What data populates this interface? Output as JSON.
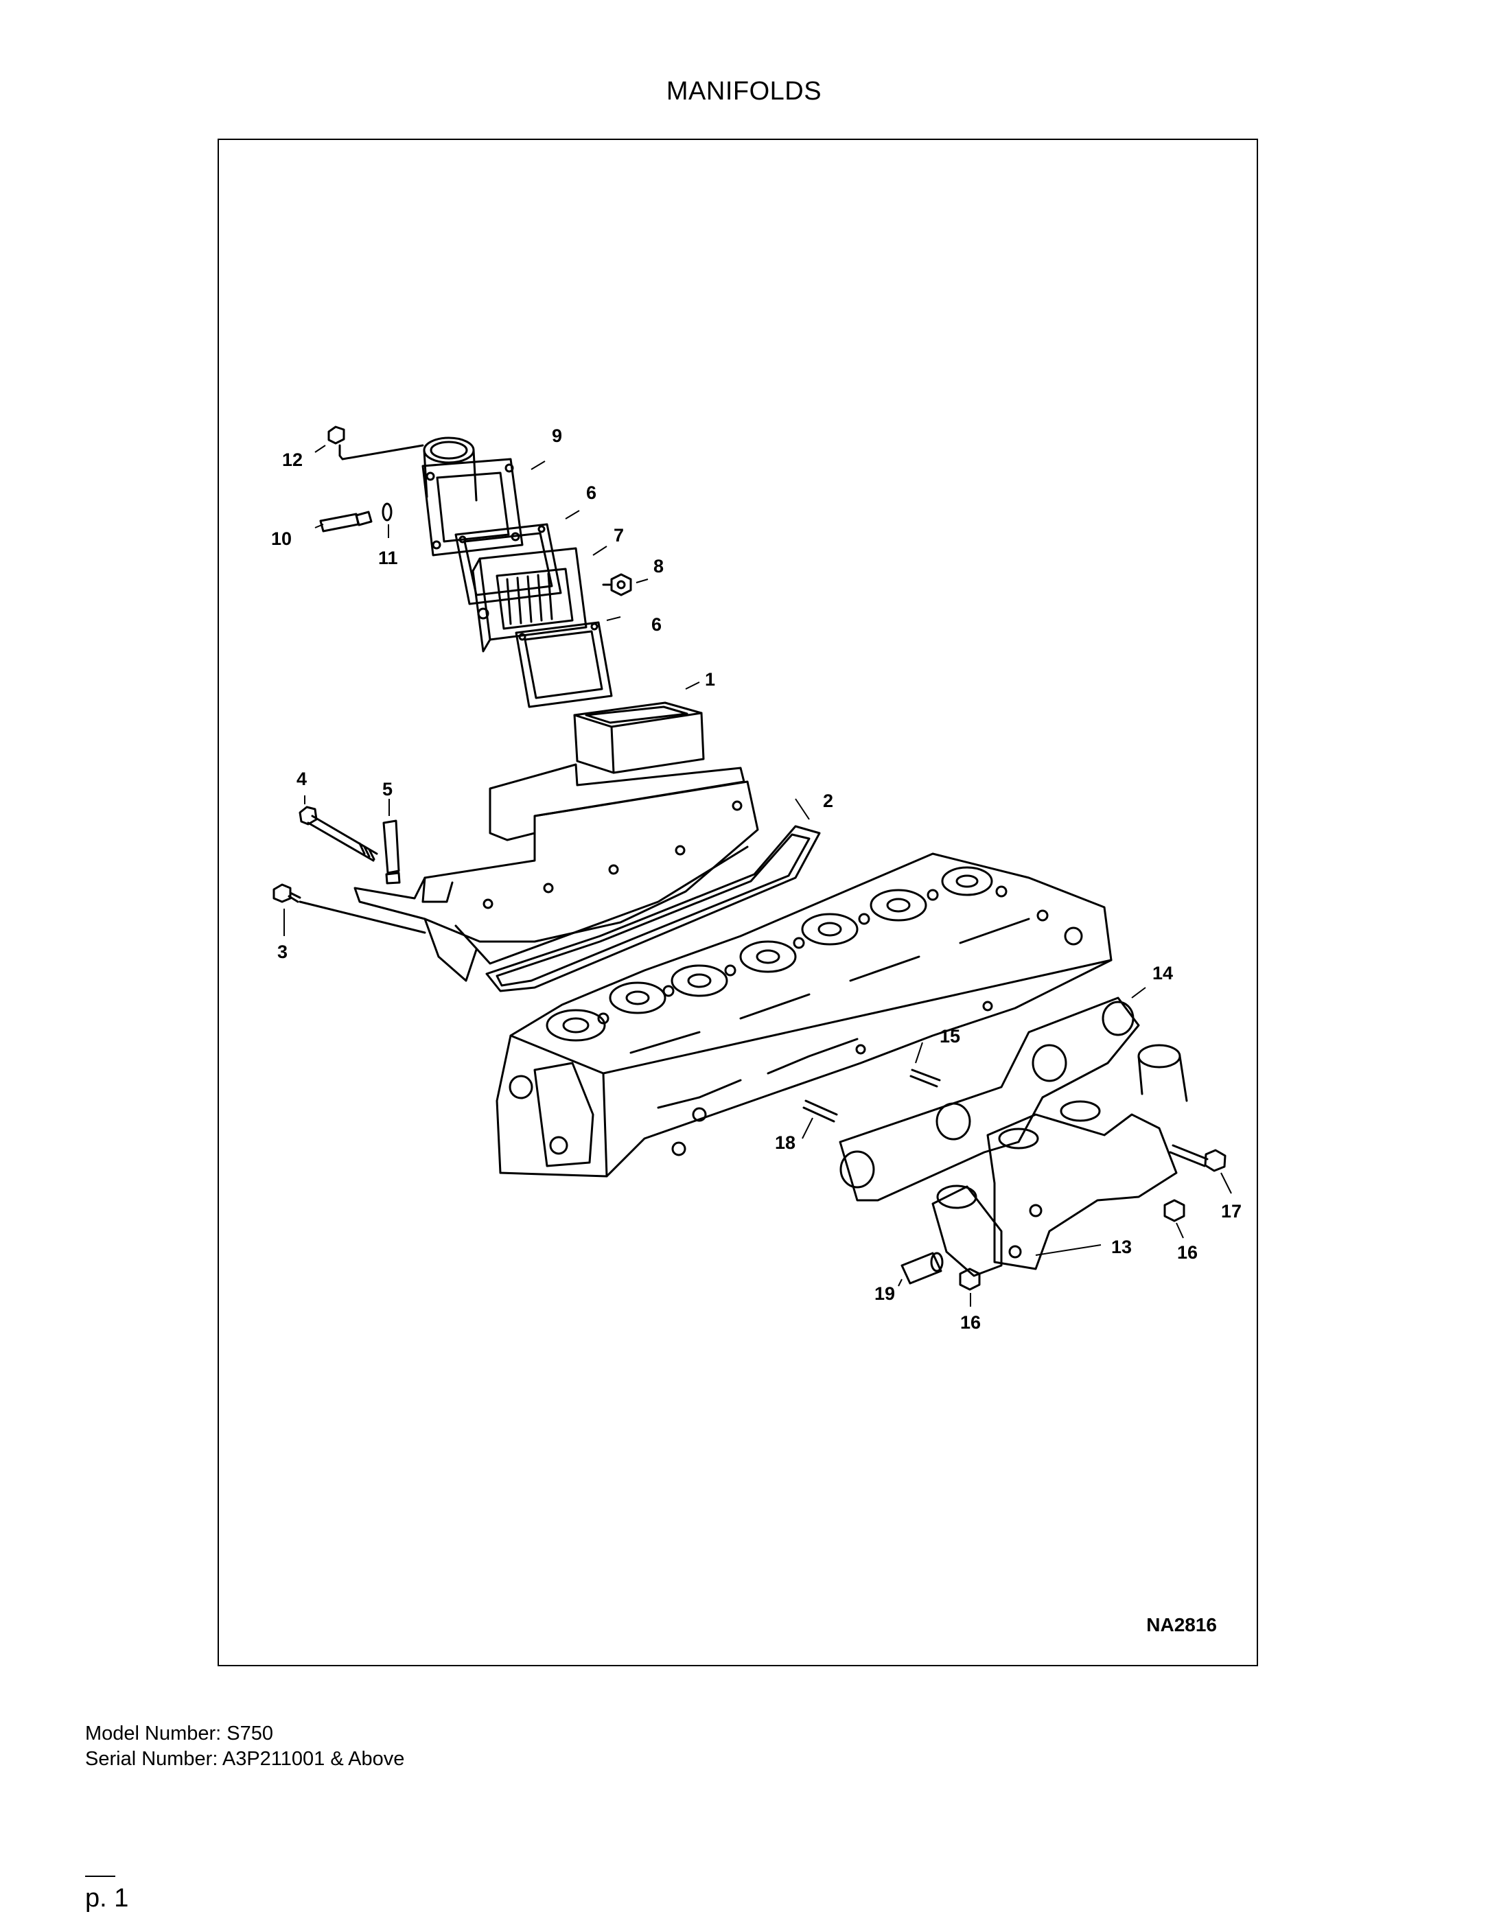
{
  "page": {
    "title": "MANIFOLDS",
    "figure_id": "NA2816",
    "model_number": "Model Number: S750",
    "serial_number": "Serial Number: A3P211001 & Above",
    "page_number": "p. 1"
  },
  "callouts": [
    "12",
    "9",
    "10",
    "11",
    "6",
    "7",
    "8",
    "6",
    "1",
    "4",
    "5",
    "2",
    "3",
    "14",
    "15",
    "18",
    "17",
    "13",
    "16",
    "19",
    "16"
  ]
}
